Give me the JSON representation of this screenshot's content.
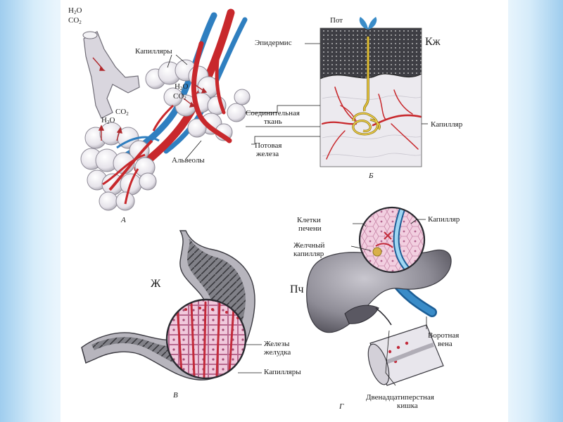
{
  "panel_a": {
    "gas_h2o_top": "H",
    "gas_h2o_top_o": "O",
    "gas_co2_top": "CO",
    "capillaries": "Капилляры",
    "alveoli": "Альвеолы",
    "h2o_mid_a": "H",
    "h2o_mid_b": "O",
    "co2_mid": "CO",
    "co2_low": "CO",
    "h2o_low_a": "H",
    "h2o_low_b": "O",
    "sub2": "2",
    "letter": "А"
  },
  "panel_b": {
    "sweat": "Пот",
    "epidermis": "Эпидермис",
    "code": "Кж",
    "connective_1": "Соединительная",
    "connective_2": "ткань",
    "gland_1": "Потовая",
    "gland_2": "железа",
    "capillary": "Капилляр",
    "letter": "Б"
  },
  "panel_v": {
    "code": "Ж",
    "glands_1": "Железы",
    "glands_2": "желудка",
    "capillaries": "Капилляры",
    "letter": "В"
  },
  "panel_g": {
    "liver_cells_1": "Клетки",
    "liver_cells_2": "печени",
    "capillary": "Капилляр",
    "bile_1": "Желчный",
    "bile_2": "капилляр",
    "code": "Пч",
    "portal_1": "Воротная",
    "portal_2": "вена",
    "duodenum_1": "Двенадцатиперстная",
    "duodenum_2": "кишка",
    "letter": "Г"
  },
  "colors": {
    "artery": "#c8282c",
    "vein": "#2f7fc0",
    "tissue": "#e7e4ec",
    "liver": "#6f6d78",
    "gland_pink": "#e9a6c6"
  }
}
